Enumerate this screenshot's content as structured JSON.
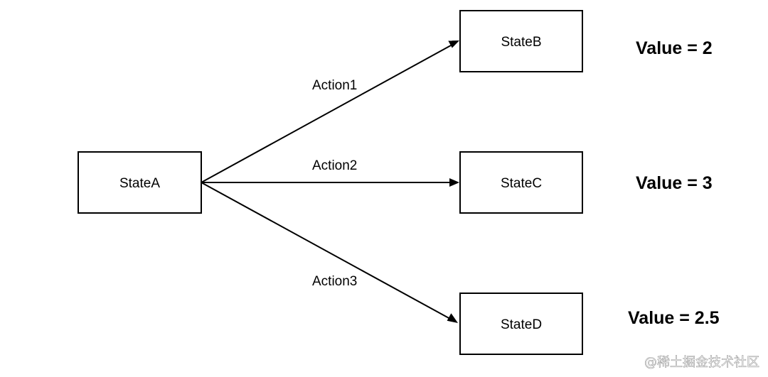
{
  "nodes": {
    "state_a": {
      "label": "StateA"
    },
    "state_b": {
      "label": "StateB"
    },
    "state_c": {
      "label": "StateC"
    },
    "state_d": {
      "label": "StateD"
    }
  },
  "edges": {
    "action1": {
      "label": "Action1",
      "from": "StateA",
      "to": "StateB"
    },
    "action2": {
      "label": "Action2",
      "from": "StateA",
      "to": "StateC"
    },
    "action3": {
      "label": "Action3",
      "from": "StateA",
      "to": "StateD"
    }
  },
  "values": {
    "state_b": "Value = 2",
    "state_c": "Value = 3",
    "state_d": "Value = 2.5"
  },
  "watermark": "@稀土掘金技术社区",
  "colors": {
    "stroke": "#000000",
    "background": "#ffffff"
  }
}
